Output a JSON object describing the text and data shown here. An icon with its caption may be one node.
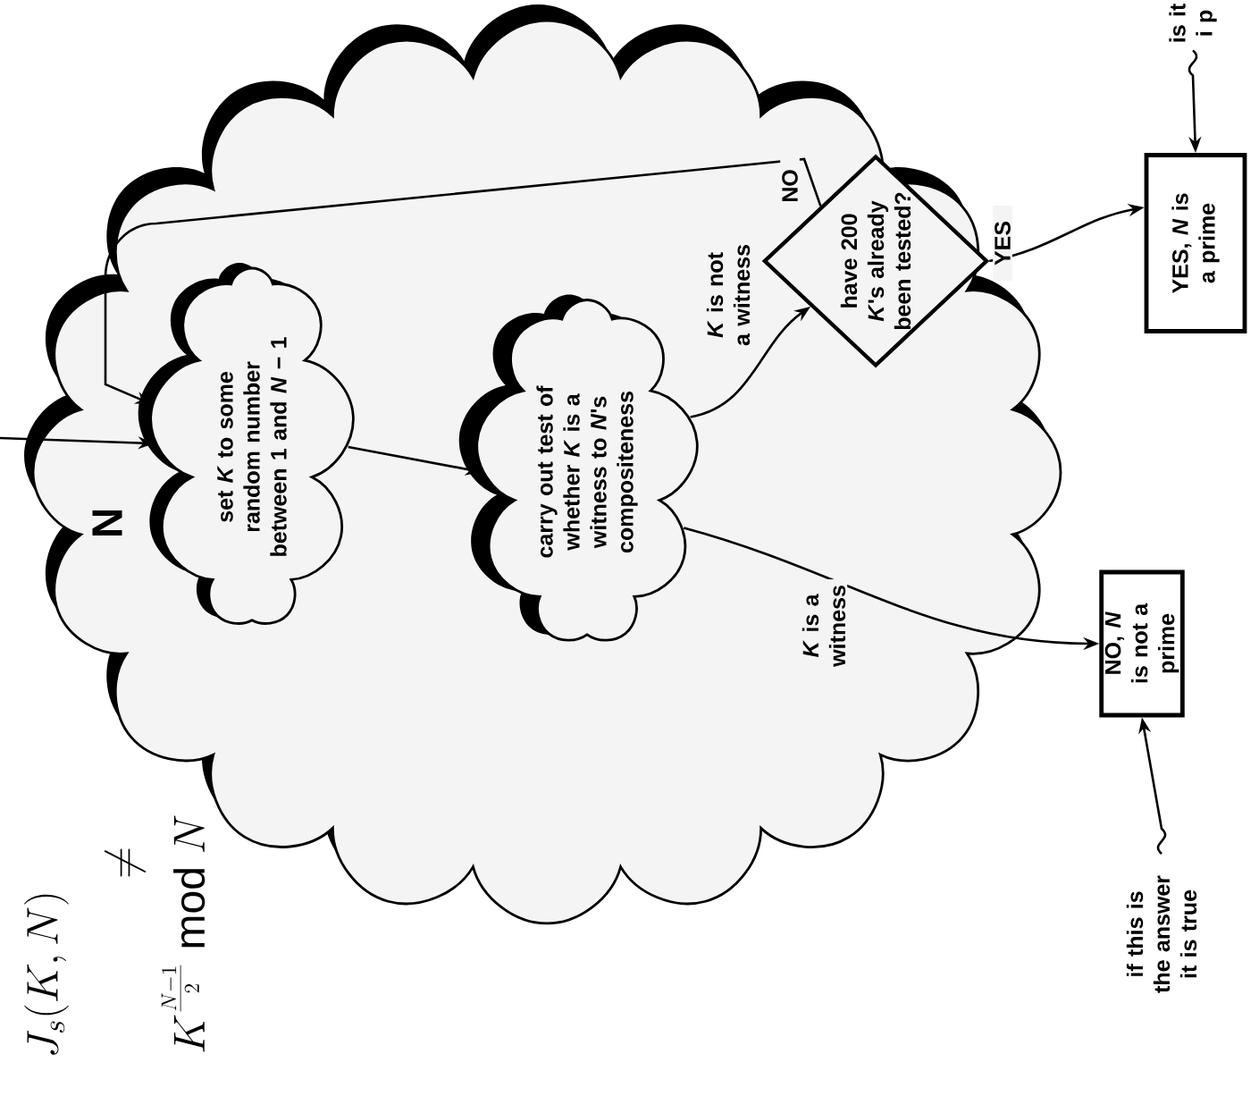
{
  "diagram": {
    "nodes": [
      {
        "text": [
          "N"
        ]
      },
      {
        "text": [
          "set *K* to some random number between 1 and *N* − 1"
        ],
        "in": 0
      },
      {
        "text": [
          "carry out test of whether *K* is a witness to *N*'s compositeness"
        ],
        "in": 0
      },
      {
        "text": [
          "have 200 *K*'s already been tested?"
        ],
        "in": 0
      },
      {
        "text": [
          "NO, *N* is not a prime"
        ]
      },
      {
        "text": [
          "YES, *N* is a prime"
        ]
      },
      {
        "text": [
          "if this is the answer it is true"
        ]
      },
      {
        "text": [
          "is it i p"
        ]
      }
    ],
    "edges": [
      {
        "from": null,
        "to": 1,
        "arrow": "to"
      },
      {
        "from": 1,
        "to": 2,
        "arrow": "to"
      },
      {
        "from": 2,
        "to": 3,
        "arrow": "to",
        "label": "*K* is not a witness"
      },
      {
        "from": 2,
        "to": 4,
        "arrow": "to",
        "label": "*K* is a witness"
      },
      {
        "from": 3,
        "to": 5,
        "arrow": "to",
        "label": "YES"
      },
      {
        "from": 3,
        "to": 1,
        "arrow": "to",
        "label": "NO"
      },
      {
        "from": 6,
        "to": 4,
        "arrow": "to"
      },
      {
        "from": 7,
        "to": 5,
        "arrow": "to"
      }
    ],
    "labels": [
      "J_s(K,N)",
      "\\neq",
      "K^{\\frac{N-1}{2}} \\bmod N"
    ]
  }
}
